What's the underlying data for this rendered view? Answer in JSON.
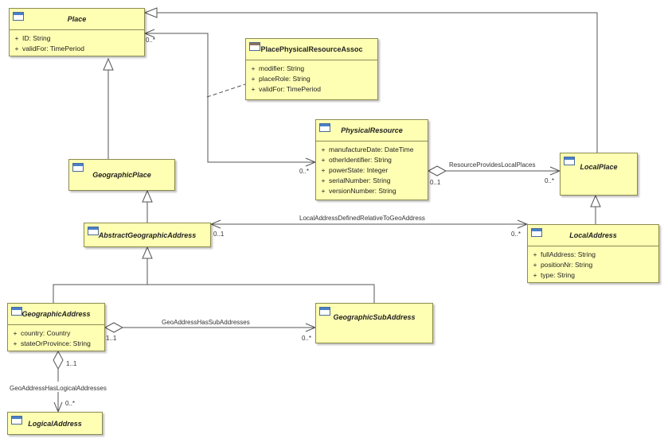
{
  "classes": {
    "place": {
      "name": "Place",
      "attributes": [
        {
          "vis": "+",
          "text": "ID: String"
        },
        {
          "vis": "+",
          "text": "validFor: TimePeriod"
        }
      ]
    },
    "assoc": {
      "name": "PlacePhysicalResourceAssoc",
      "attributes": [
        {
          "vis": "+",
          "text": "modifier: String"
        },
        {
          "vis": "+",
          "text": "placeRole: String"
        },
        {
          "vis": "+",
          "text": "validFor: TimePeriod"
        }
      ]
    },
    "physical": {
      "name": "PhysicalResource",
      "attributes": [
        {
          "vis": "+",
          "text": "manufactureDate: DateTime"
        },
        {
          "vis": "+",
          "text": "otherIdentifier: String"
        },
        {
          "vis": "+",
          "text": "powerState: Integer"
        },
        {
          "vis": "+",
          "text": "serialNumber: String"
        },
        {
          "vis": "+",
          "text": "versionNumber: String"
        }
      ]
    },
    "geoplace": {
      "name": "GeographicPlace"
    },
    "localplace": {
      "name": "LocalPlace"
    },
    "abstractgeo": {
      "name": "AbstractGeographicAddress"
    },
    "localaddr": {
      "name": "LocalAddress",
      "attributes": [
        {
          "vis": "+",
          "text": "fullAddress: String"
        },
        {
          "vis": "+",
          "text": "positionNr: String"
        },
        {
          "vis": "+",
          "text": "type: String"
        }
      ]
    },
    "geoaddr": {
      "name": "GeographicAddress",
      "attributes": [
        {
          "vis": "+",
          "text": "country: Country"
        },
        {
          "vis": "+",
          "text": "stateOrProvince: String"
        }
      ]
    },
    "geosub": {
      "name": "GeographicSubAddress"
    },
    "logical": {
      "name": "LogicalAddress"
    }
  },
  "associations": {
    "place_physical": {
      "source_mult": "0..*",
      "target_mult": "0..*"
    },
    "resource_provides_local_places": {
      "name": "ResourceProvidesLocalPlaces",
      "source_mult": "0..1",
      "target_mult": "0..*"
    },
    "local_address_defined_relative": {
      "name": "LocalAddressDefinedRelativeToGeoAddress",
      "source_mult": "0..1",
      "target_mult": "0..*"
    },
    "geo_address_has_sub": {
      "name": "GeoAddressHasSubAddresses",
      "source_mult": "1..1",
      "target_mult": "0..*"
    },
    "geo_address_has_logical": {
      "name": "GeoAddressHasLogicalAddresses",
      "source_mult": "1..1",
      "target_mult": "0..*"
    }
  }
}
